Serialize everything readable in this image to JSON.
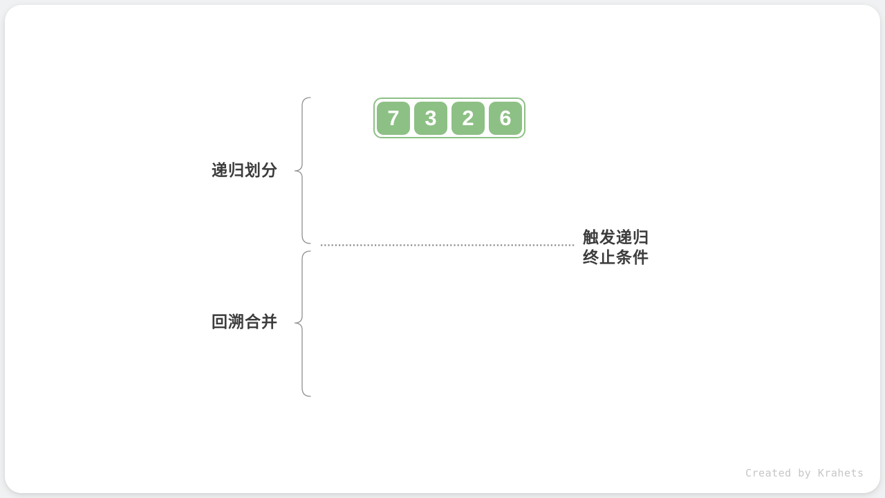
{
  "figure": {
    "title_semantics": "merge sort recursive divide and backtrack merge diagram",
    "array": {
      "values": [
        "7",
        "3",
        "2",
        "6"
      ]
    },
    "labels": {
      "phase_top": "递归划分",
      "phase_bottom": "回溯合并",
      "annotation_line1": "触发递归",
      "annotation_line2": "终止条件"
    },
    "footer": {
      "credit": "Created by Krahets"
    },
    "colors": {
      "node_green": "#8DC085",
      "label_text": "#3C3C3C",
      "brace_stroke": "#8F8F8F",
      "dotted_line": "#8A8A8A",
      "credit_text": "#C6C6C6",
      "page_bg": "#F0F1F2"
    }
  }
}
